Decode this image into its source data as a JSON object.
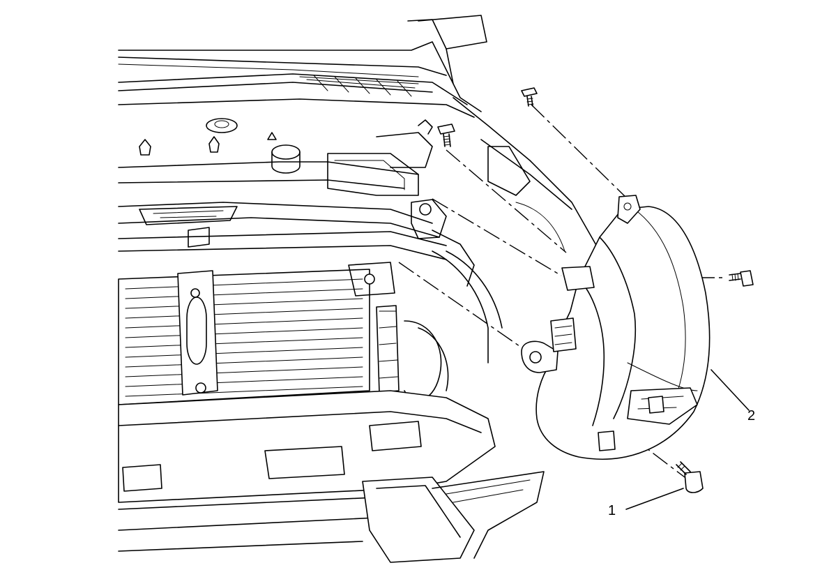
{
  "figure": {
    "callouts": [
      {
        "id": "1",
        "label": "1"
      },
      {
        "id": "2",
        "label": "2"
      }
    ],
    "icons": [
      "bolt-icon",
      "headlamp-assembly",
      "vehicle-front-end"
    ],
    "colors": {
      "line": "#000000",
      "background": "#ffffff"
    }
  }
}
